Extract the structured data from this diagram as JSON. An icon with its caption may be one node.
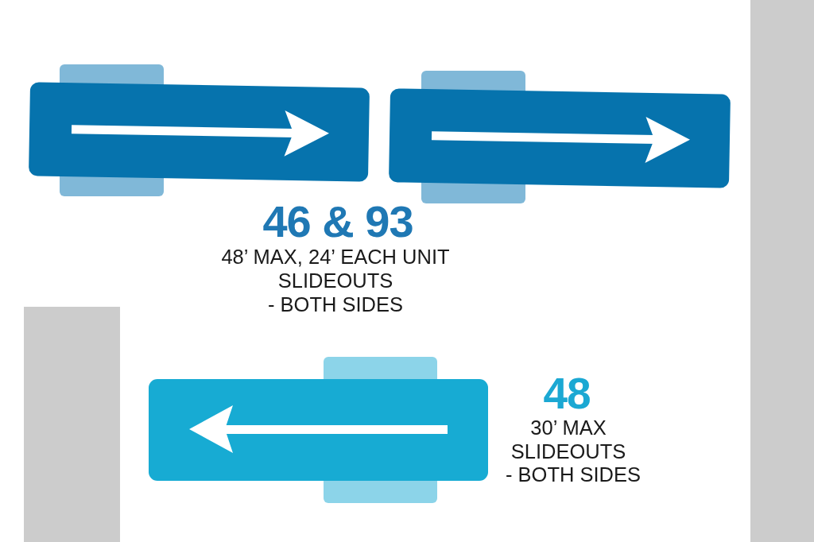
{
  "diagram": {
    "labels": [
      "46 & 93",
      "48’ MAX, 24’ EACH UNIT",
      "SLIDEOUTS",
      "- BOTH SIDES",
      "48",
      "30’ MAX",
      "SLIDEOUTS",
      "- BOTH SIDES"
    ]
  }
}
